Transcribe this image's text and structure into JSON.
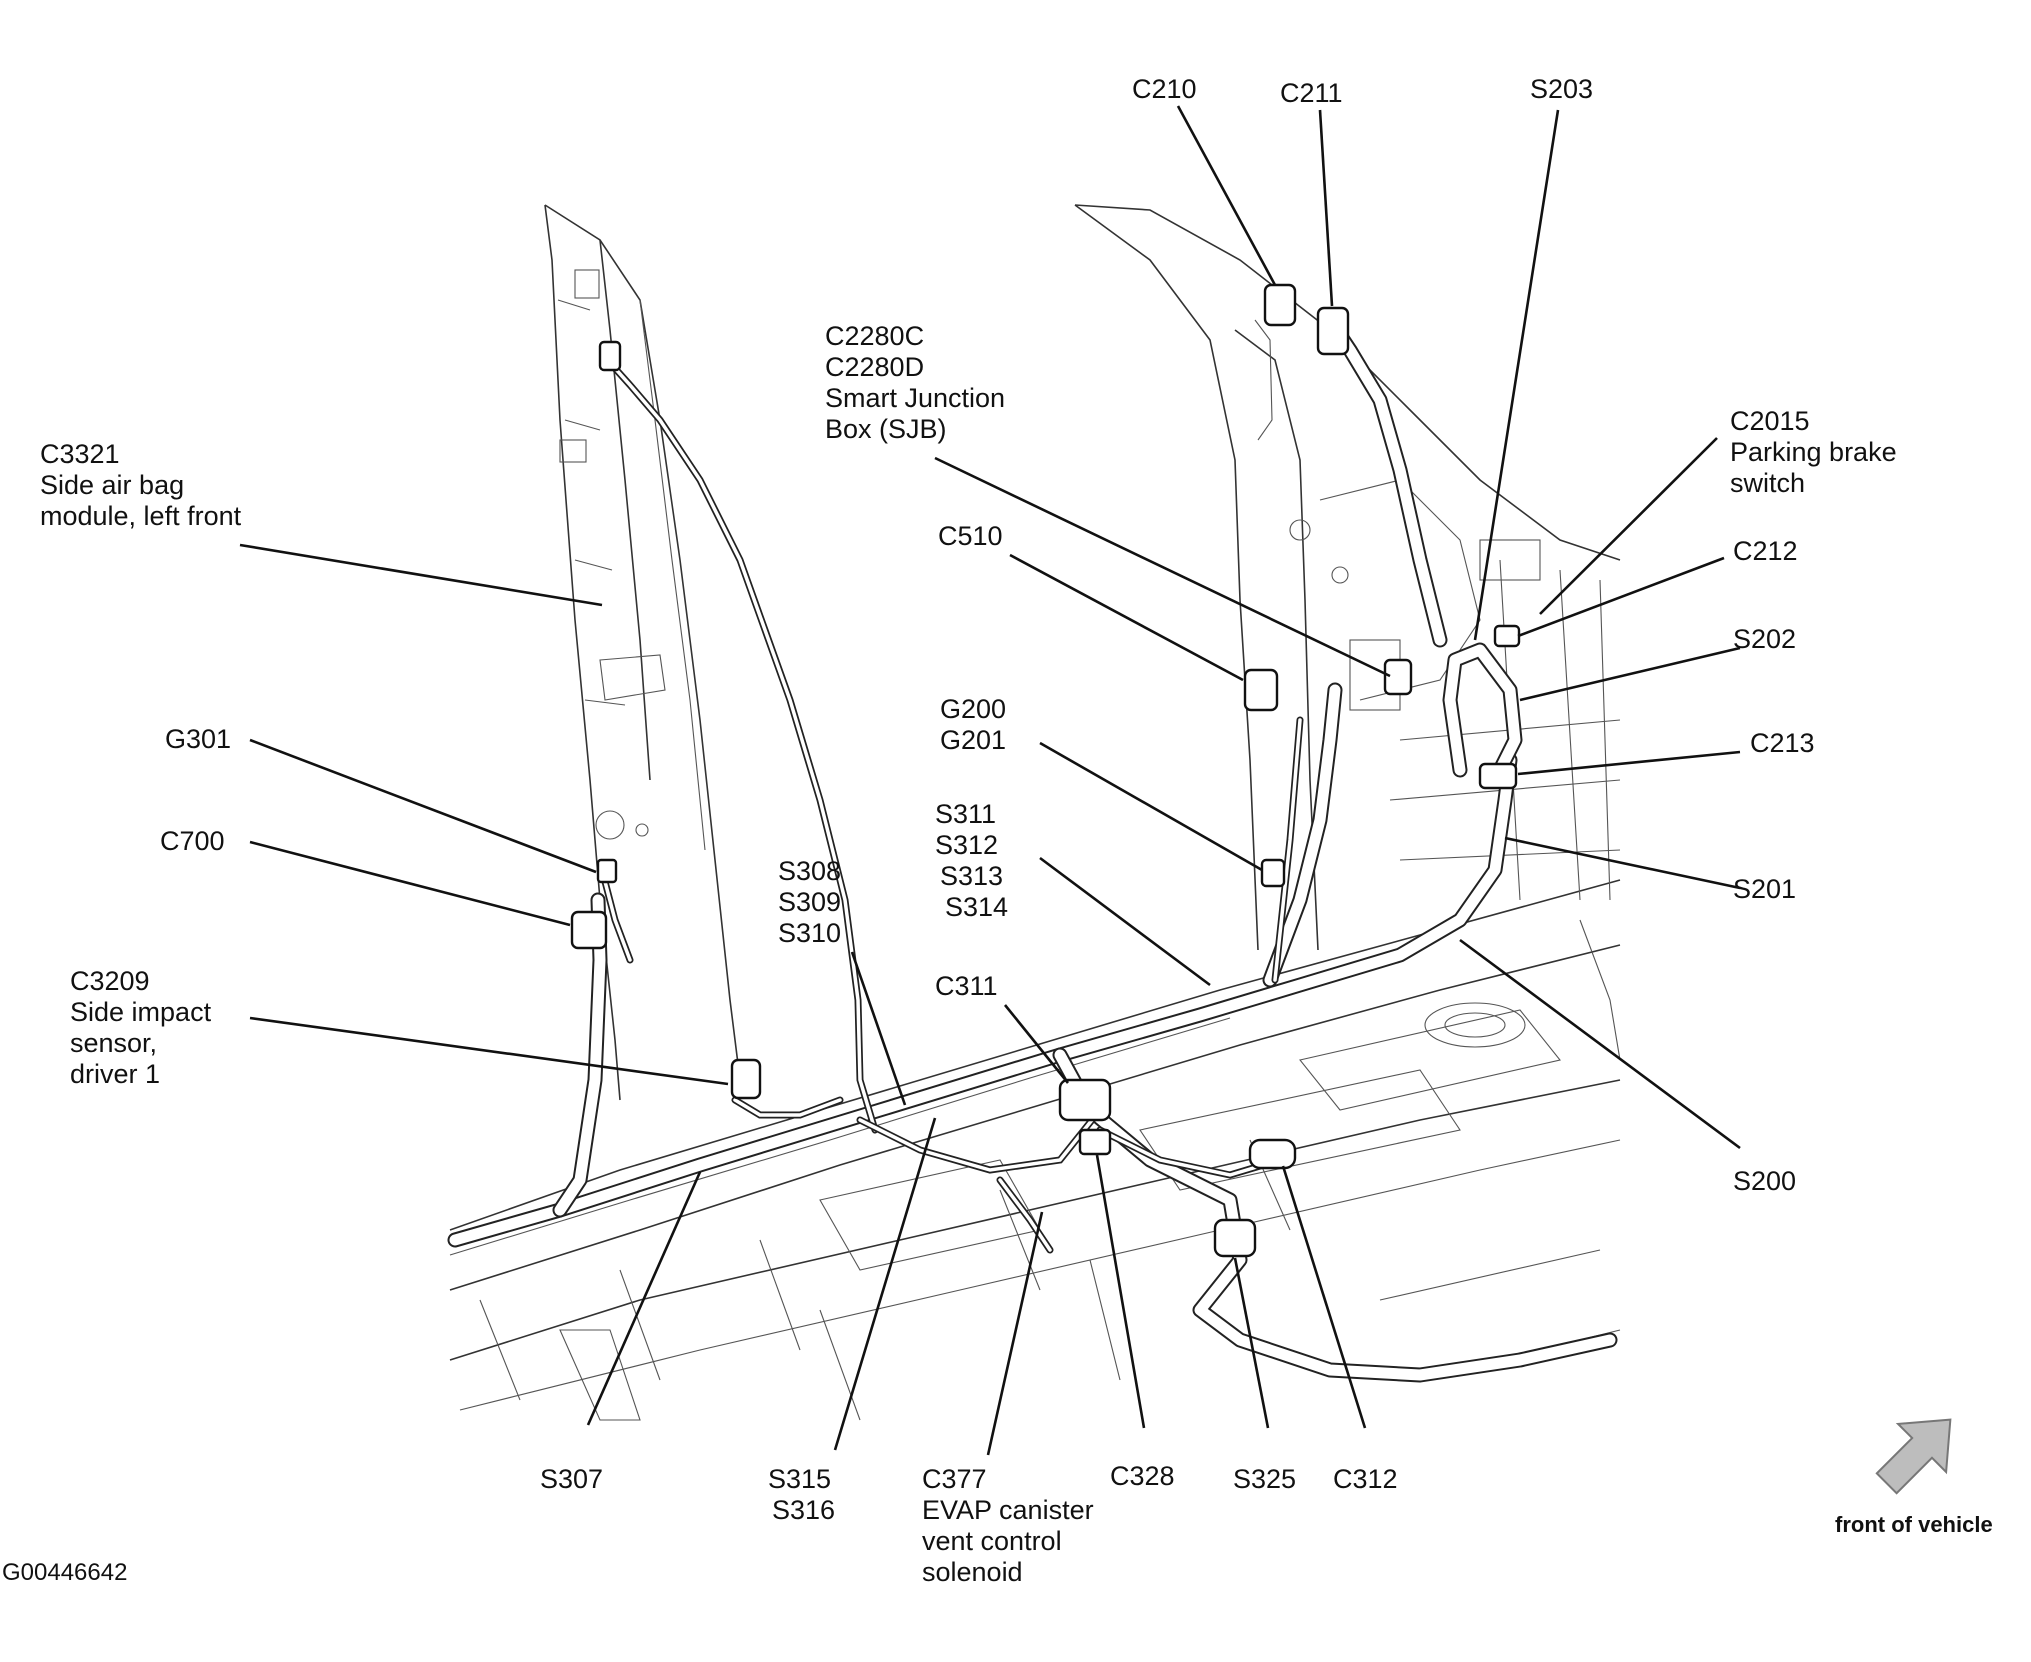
{
  "diagram": {
    "figure_id": "G00446642",
    "callouts": [
      {
        "id": "c3321",
        "lines": [
          "C3321",
          "Side air bag",
          "module, left front"
        ]
      },
      {
        "id": "g301",
        "lines": [
          "G301"
        ]
      },
      {
        "id": "c700",
        "lines": [
          "C700"
        ]
      },
      {
        "id": "c3209",
        "lines": [
          "C3209",
          "Side impact",
          "sensor,",
          "driver 1"
        ]
      },
      {
        "id": "s308",
        "lines": [
          "S308",
          "S309",
          "S310"
        ]
      },
      {
        "id": "c2280",
        "lines": [
          "C2280C",
          "C2280D",
          "Smart Junction",
          "Box (SJB)"
        ]
      },
      {
        "id": "c510",
        "lines": [
          "C510"
        ]
      },
      {
        "id": "g200",
        "lines": [
          "G200",
          "G201"
        ]
      },
      {
        "id": "s311",
        "lines": [
          "S311",
          "S312",
          "S313",
          "S314"
        ]
      },
      {
        "id": "c311",
        "lines": [
          "C311"
        ]
      },
      {
        "id": "c210",
        "lines": [
          "C210"
        ]
      },
      {
        "id": "c211",
        "lines": [
          "C211"
        ]
      },
      {
        "id": "s203",
        "lines": [
          "S203"
        ]
      },
      {
        "id": "c2015",
        "lines": [
          "C2015",
          "Parking brake",
          "switch"
        ]
      },
      {
        "id": "c212",
        "lines": [
          "C212"
        ]
      },
      {
        "id": "s202",
        "lines": [
          "S202"
        ]
      },
      {
        "id": "c213",
        "lines": [
          "C213"
        ]
      },
      {
        "id": "s201",
        "lines": [
          "S201"
        ]
      },
      {
        "id": "s200",
        "lines": [
          "S200"
        ]
      },
      {
        "id": "s307",
        "lines": [
          "S307"
        ]
      },
      {
        "id": "s315",
        "lines": [
          "S315",
          "S316"
        ]
      },
      {
        "id": "c377",
        "lines": [
          "C377",
          "EVAP canister",
          "vent control",
          "solenoid"
        ]
      },
      {
        "id": "c328",
        "lines": [
          "C328"
        ]
      },
      {
        "id": "s325",
        "lines": [
          "S325"
        ]
      },
      {
        "id": "c312",
        "lines": [
          "C312"
        ]
      }
    ],
    "orientation": {
      "label": "front of vehicle",
      "icon": "arrow-icon"
    }
  }
}
